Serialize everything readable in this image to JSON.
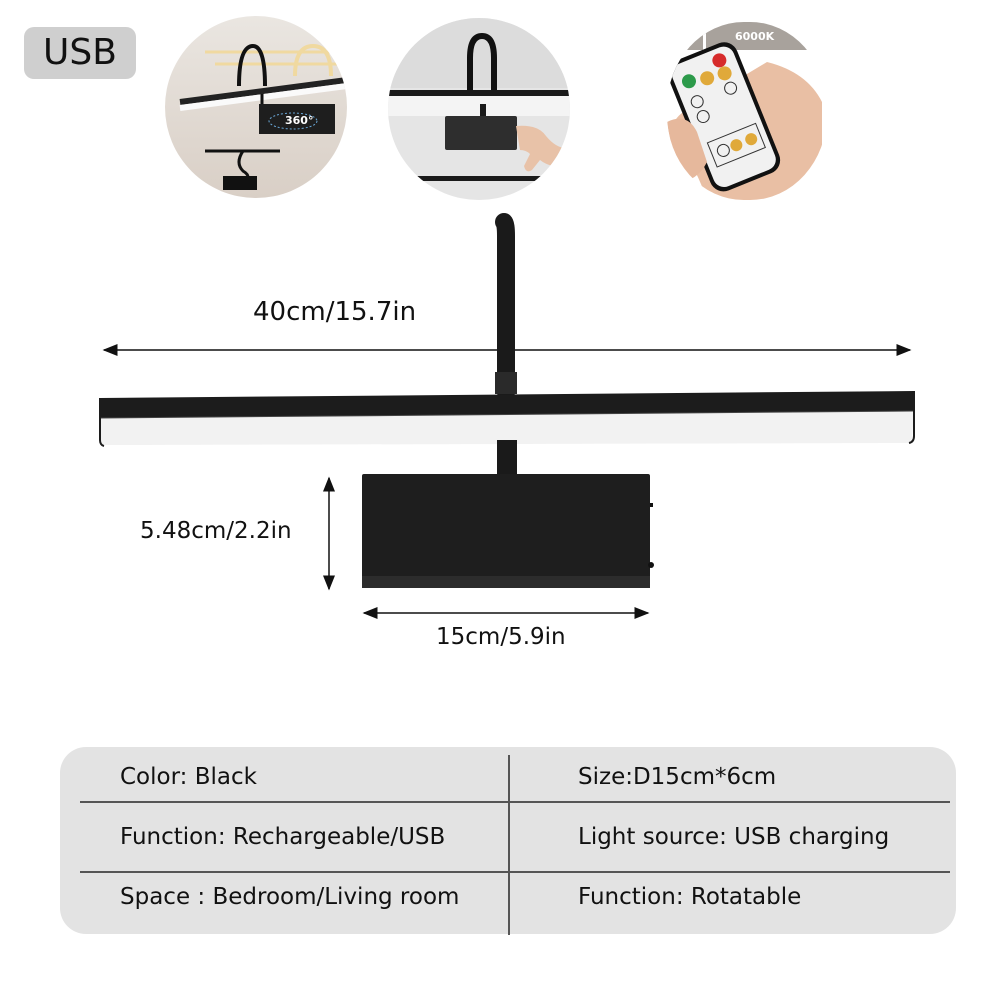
{
  "badge": {
    "label": "USB"
  },
  "photos": [
    {
      "name": "rotation-demo",
      "overlay_text": "360°"
    },
    {
      "name": "touch-switch-demo"
    },
    {
      "name": "remote-control-demo",
      "overlay_text": "6000K"
    }
  ],
  "dimensions": {
    "lamp_width": "40cm/15.7in",
    "box_height": "5.48cm/2.2in",
    "box_width": "15cm/5.9in"
  },
  "specs": {
    "rows": [
      {
        "left": "Color: Black",
        "right": "Size:D15cm*6cm"
      },
      {
        "left": "Function: Rechargeable/USB",
        "right": "Light source: USB charging"
      },
      {
        "left": "Space : Bedroom/Living room",
        "right": "Function: Rotatable"
      }
    ]
  },
  "colors": {
    "badge_bg": "#cfcfcf",
    "table_bg": "#e3e3e3",
    "lamp_black": "#1a1a1a",
    "led_white": "#f2f2f2"
  }
}
